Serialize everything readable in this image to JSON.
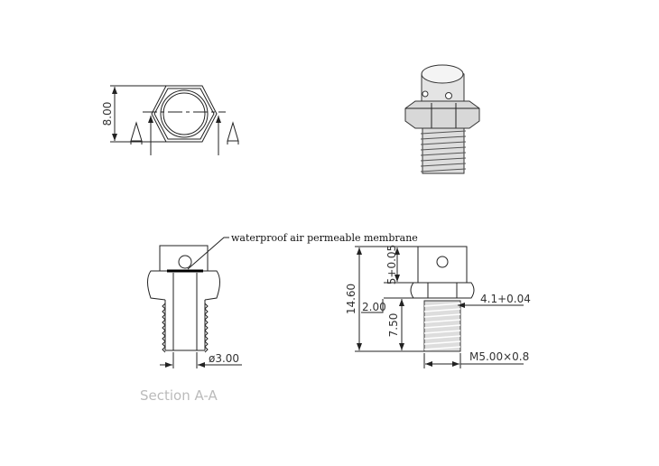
{
  "top_view": {
    "height_dim": "8.00",
    "section_marks": [
      "A",
      "A"
    ]
  },
  "section_view": {
    "membrane_label": "waterproof air permeable membrane",
    "bore_dim": "ø3.00",
    "caption": "Section A-A"
  },
  "side_view": {
    "total_height": "14.60",
    "cap_height": "5+0.05",
    "flange_height": "2.00",
    "thread_length": "7.50",
    "hex_dim": "4.1+0.04",
    "thread_spec": "M5.00×0.8"
  }
}
